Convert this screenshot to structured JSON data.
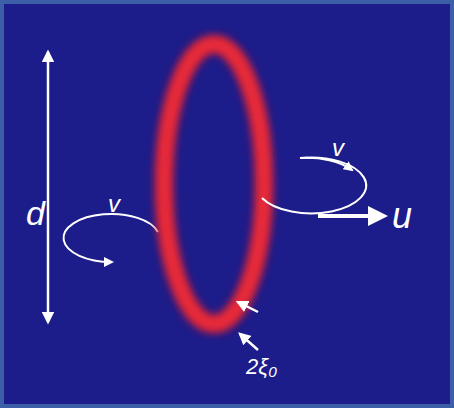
{
  "diagram": {
    "labels": [
      "d",
      "v",
      "v",
      "u",
      "2ξ₀"
    ]
  }
}
